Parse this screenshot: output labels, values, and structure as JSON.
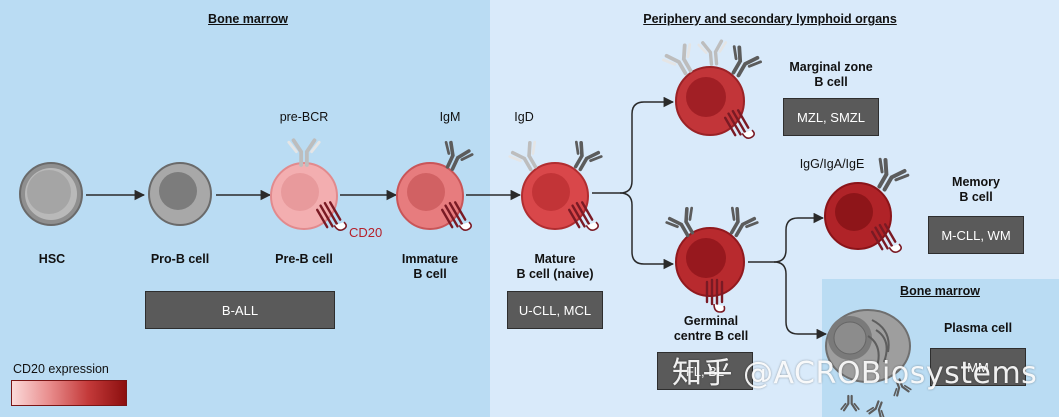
{
  "zones": {
    "bone_marrow_header": "Bone marrow",
    "periphery_header": "Periphery and secondary lymphoid organs",
    "bone_marrow_inset_header": "Bone marrow"
  },
  "stages": {
    "hsc": "HSC",
    "pro_b": "Pro-B cell",
    "pre_b": "Pre-B cell",
    "immature_l1": "Immature",
    "immature_l2": "B cell",
    "mature_l1": "Mature",
    "mature_l2": "B cell (naive)",
    "marginal_l1": "Marginal zone",
    "marginal_l2": "B cell",
    "germinal_l1": "Germinal",
    "germinal_l2": "centre B cell",
    "memory_l1": "Memory",
    "memory_l2": "B cell",
    "plasma": "Plasma cell"
  },
  "receptors": {
    "pre_bcr": "pre-BCR",
    "igm": "IgM",
    "igd": "IgD",
    "cd20": "CD20",
    "switched": "IgG/IgA/IgE"
  },
  "diseases": {
    "b_all": "B-ALL",
    "mature": "U-CLL, MCL",
    "marginal": "MZL, SMZL",
    "memory": "M-CLL, WM",
    "germinal": "FL, BL",
    "plasma": "MM"
  },
  "legend": {
    "title": "CD20 expression"
  },
  "watermark": "知乎 @ACROBiosystems",
  "colors": {
    "bone_marrow_bg": "#badcf3",
    "periphery_bg": "#d9eafa",
    "cd20_low": "#fbd9d9",
    "cd20_high": "#8c0f0f",
    "disease_box": "#5a5a5a",
    "cd20_label": "#b5202a"
  },
  "icons": [
    "hsc-cell",
    "pro-b-cell",
    "pre-b-cell",
    "immature-b-cell",
    "mature-b-cell",
    "marginal-zone-b-cell",
    "germinal-centre-b-cell",
    "memory-b-cell",
    "plasma-cell",
    "antibody-receptor",
    "cd20-receptor"
  ]
}
